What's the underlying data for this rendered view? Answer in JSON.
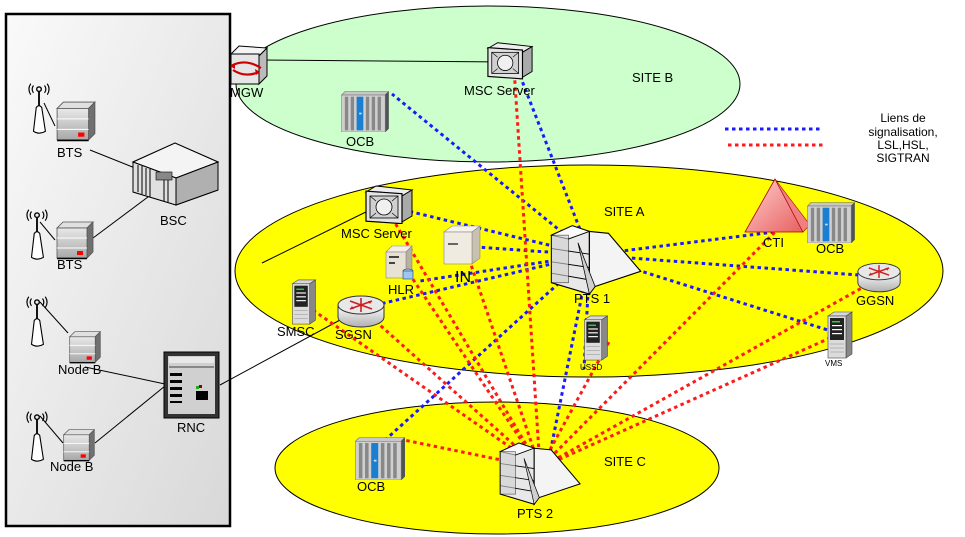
{
  "diagram": {
    "type": "network-architecture",
    "colors": {
      "site_a": "#ffff00",
      "site_b": "#ccffcc",
      "site_c": "#ffff00",
      "access_panel": "#e6e6e6",
      "signaling_blue": "#1a1aff",
      "signaling_red": "#ff1a1a"
    },
    "sites": {
      "site_a": "SITE A",
      "site_b": "SITE B",
      "site_c": "SITE C"
    },
    "access_network": {
      "bts_1": "BTS",
      "bts_2": "BTS",
      "bsc": "BSC",
      "nodeb_1": "Node B",
      "nodeb_2": "Node B",
      "rnc": "RNC"
    },
    "site_b_nodes": {
      "mgw": "MGW",
      "msc_server": "MSC Server",
      "ocb": "OCB"
    },
    "site_a_nodes": {
      "msc_server": "MSC Server",
      "hlr": "HLR",
      "in": "IN",
      "smsc": "SMSC",
      "sgsn": "SGSN",
      "pts1": "PTS  1",
      "cti": "CTI",
      "ocb": "OCB",
      "ggsn": "GGSN",
      "ussd": "USSD",
      "vms": "VMS"
    },
    "site_c_nodes": {
      "ocb": "OCB",
      "pts2": "PTS 2"
    },
    "legend": {
      "line1": "Liens de",
      "line2": "signalisation,",
      "line3": "LSL,HSL,",
      "line4": "SIGTRAN"
    },
    "links": {
      "blue_to_pts1": [
        "msc_server_b",
        "ocb_b",
        "msc_server_a",
        "in",
        "hlr",
        "sgsn",
        "cti",
        "ocb_a",
        "ggsn",
        "vms",
        "ussd",
        "ocb_c",
        "pts2"
      ],
      "red_to_pts2": [
        "msc_server_b",
        "msc_server_a",
        "hlr",
        "in",
        "smsc",
        "sgsn",
        "cti",
        "ggsn",
        "vms",
        "ussd",
        "ocb_c"
      ]
    }
  }
}
